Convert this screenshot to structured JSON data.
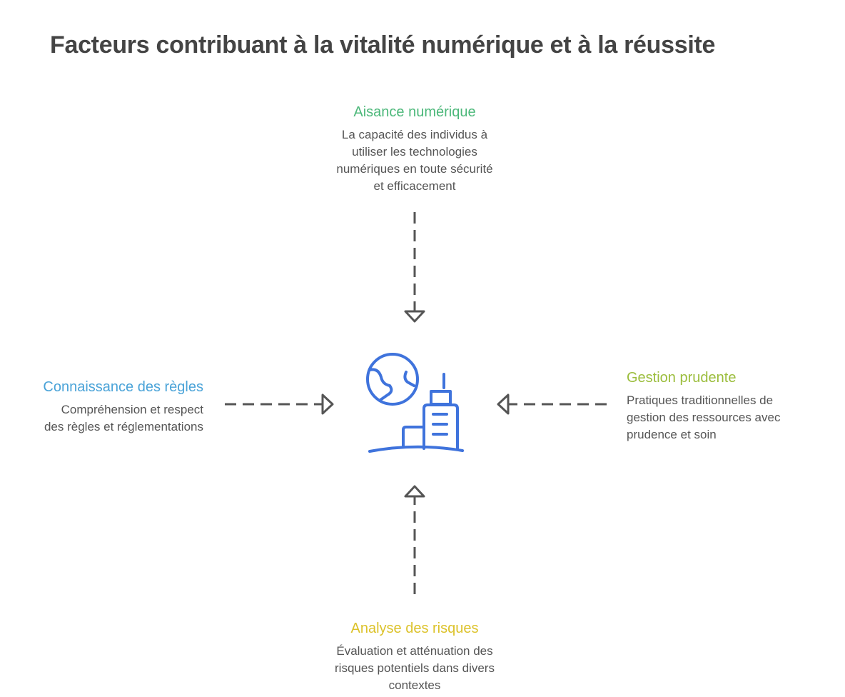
{
  "title": "Facteurs contribuant à la vitalité numérique et à la réussite",
  "center_icon": "globe-city-icon",
  "colors": {
    "top": "#4cb87a",
    "left": "#4aa3d8",
    "right": "#9bbd3c",
    "bottom": "#dcc22a",
    "icon": "#3f73dc",
    "arrow": "#555555"
  },
  "factors": {
    "top": {
      "title": "Aisance numérique",
      "lines": [
        "La capacité des individus à",
        "utiliser les technologies",
        "numériques en toute sécurité",
        "et efficacement"
      ]
    },
    "left": {
      "title": "Connaissance des règles",
      "lines": [
        "Compréhension et respect",
        "des règles et réglementations"
      ]
    },
    "right": {
      "title": "Gestion prudente",
      "lines": [
        "Pratiques traditionnelles de",
        "gestion des ressources avec",
        "prudence et soin"
      ]
    },
    "bottom": {
      "title": "Analyse des risques",
      "lines": [
        "Évaluation et atténuation des",
        "risques potentiels dans divers",
        "contextes"
      ]
    }
  }
}
